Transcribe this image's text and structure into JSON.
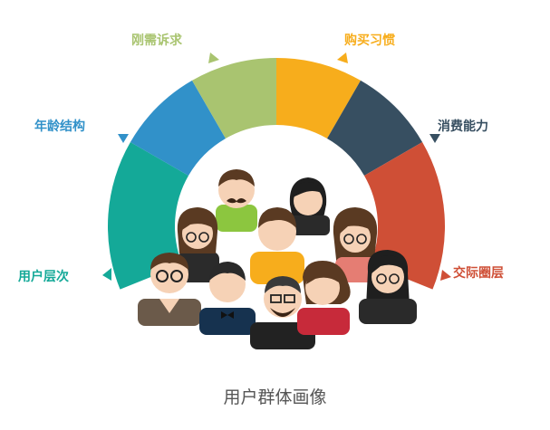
{
  "segments": [
    {
      "label": "用户层次",
      "color": "#14a998"
    },
    {
      "label": "年龄结构",
      "color": "#3191c9"
    },
    {
      "label": "刚需诉求",
      "color": "#a9c470"
    },
    {
      "label": "购买习惯",
      "color": "#f7ad1c"
    },
    {
      "label": "消费能力",
      "color": "#374f61"
    },
    {
      "label": "交际圈层",
      "color": "#cf4f36"
    }
  ],
  "caption": "用户群体画像"
}
